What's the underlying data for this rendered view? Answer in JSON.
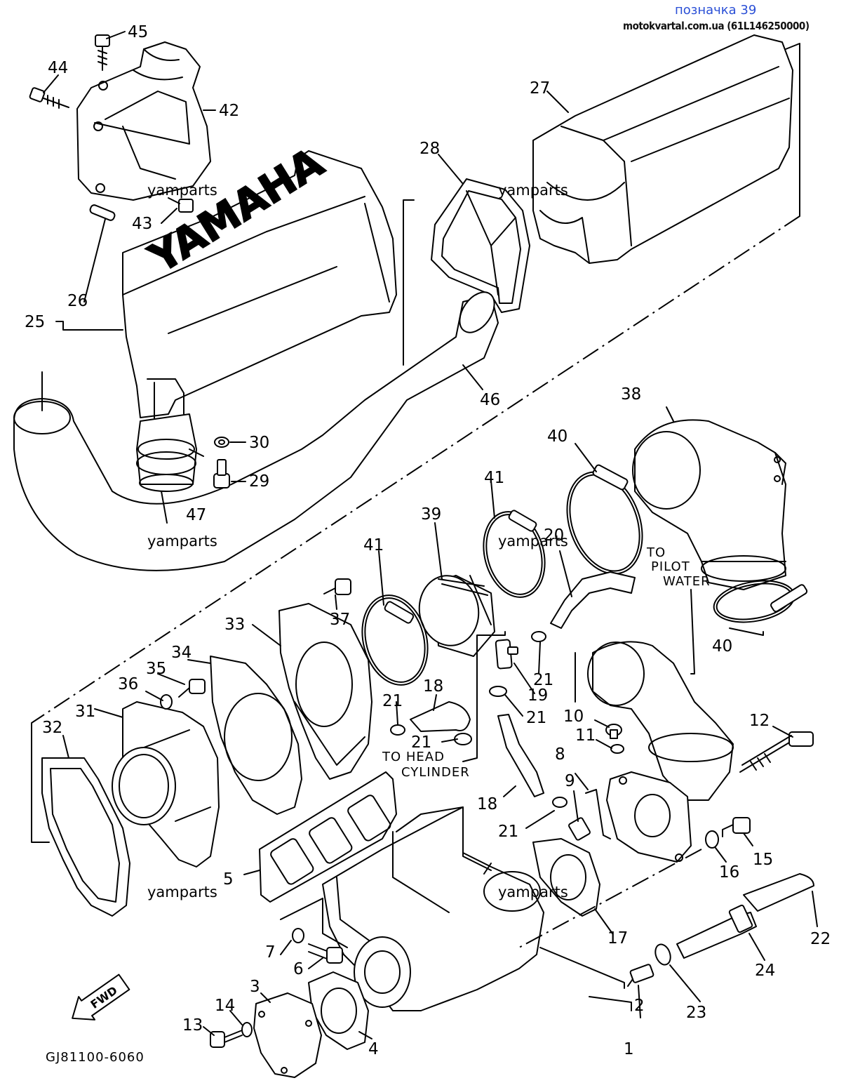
{
  "header": {
    "title": "позначка 39",
    "source": "motokvartal.com.ua (61L146250000)"
  },
  "watermark": "yamparts",
  "brand_text": "YAMAHA",
  "fwd_label": "FWD",
  "drawing_code": "GJ81100-6060",
  "notes": {
    "to_pilot_water_1": "TO",
    "to_pilot_water_2": "PILOT",
    "to_pilot_water_3": "WATER",
    "to_head_1": "TO HEAD",
    "to_head_2": "CYLINDER"
  },
  "part_numbers": [
    "1",
    "2",
    "3",
    "4",
    "5",
    "6",
    "7",
    "8",
    "9",
    "10",
    "11",
    "12",
    "13",
    "14",
    "15",
    "16",
    "17",
    "18",
    "19",
    "20",
    "21",
    "22",
    "23",
    "24",
    "25",
    "26",
    "27",
    "28",
    "29",
    "30",
    "31",
    "32",
    "33",
    "34",
    "35",
    "36",
    "37",
    "38",
    "39",
    "40",
    "41",
    "42",
    "43",
    "44",
    "45",
    "46",
    "47"
  ]
}
